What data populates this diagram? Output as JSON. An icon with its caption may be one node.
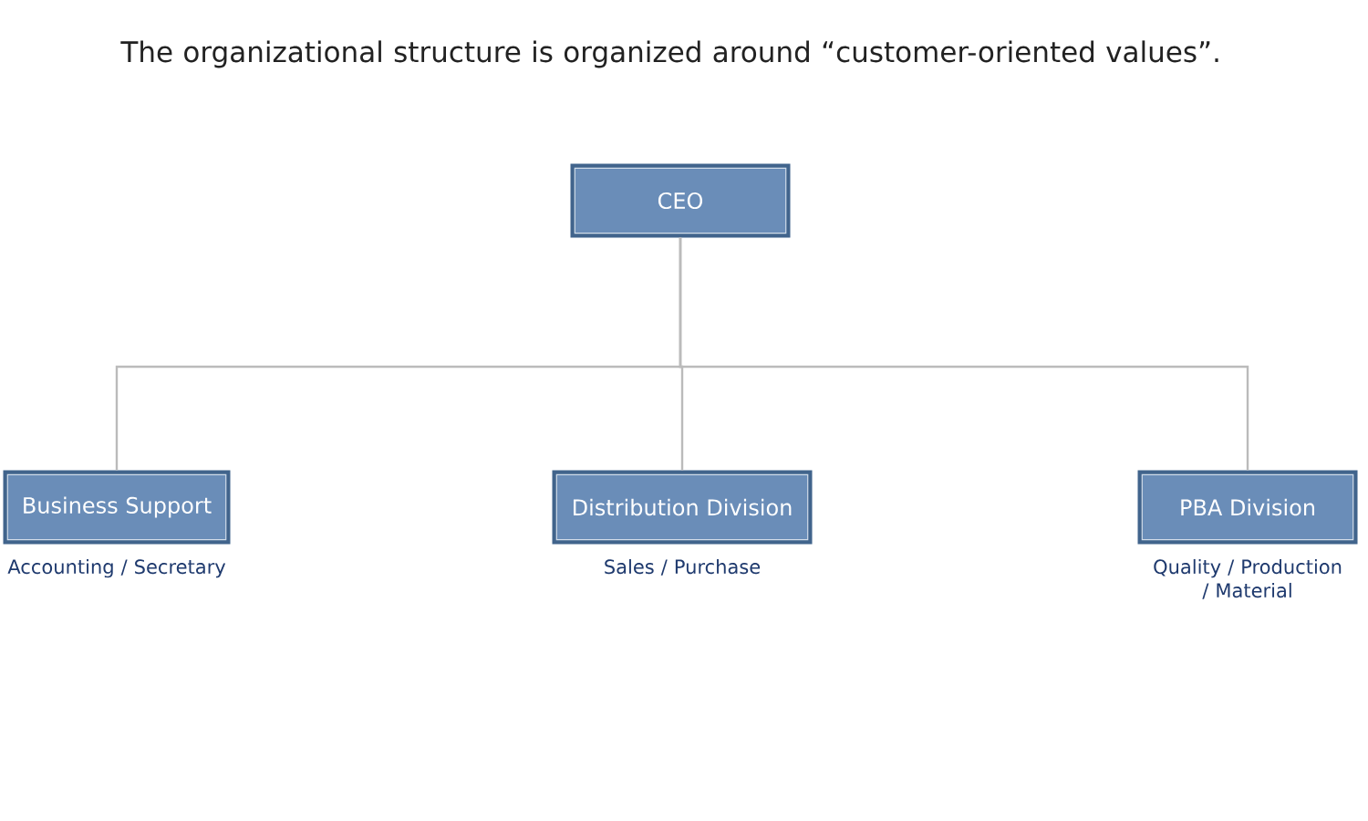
{
  "diagram": {
    "title": "The organizational structure is organized around “customer-oriented values”.",
    "nodes": [
      {
        "text": [
          "CEO"
        ]
      },
      {
        "text": [
          "Business Support"
        ],
        "beside": [
          "Accounting / Secretary"
        ]
      },
      {
        "text": [
          "Distribution Division"
        ],
        "beside": [
          "Sales / Purchase"
        ]
      },
      {
        "text": [
          "PBA Division"
        ],
        "beside": [
          "Quality / Production / Material"
        ]
      }
    ],
    "edges": [
      {
        "from": 0,
        "to": 1,
        "arrow": "none"
      },
      {
        "from": 0,
        "to": 2,
        "arrow": "none"
      },
      {
        "from": 0,
        "to": 3,
        "arrow": "none"
      }
    ]
  }
}
